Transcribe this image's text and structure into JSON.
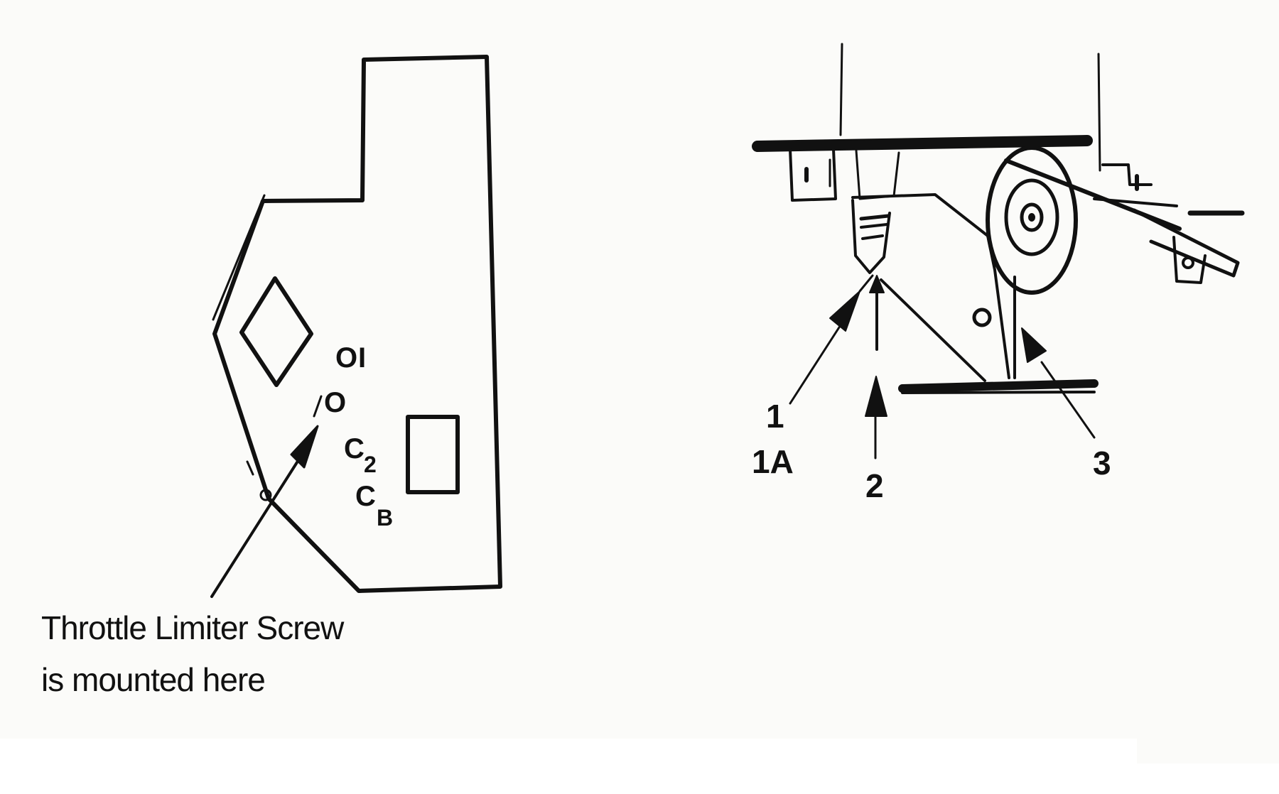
{
  "left_panel": {
    "caption_line1": "Throttle Limiter Screw",
    "caption_line2": "is mounted here",
    "hole_labels": {
      "h1": "O",
      "h1_suffix": "I",
      "h2": "O",
      "h3": "C",
      "h3_sub": "2",
      "h4": "C",
      "h4_sub": "B"
    }
  },
  "right_panel": {
    "callouts": {
      "c1": "1",
      "c1a": "1A",
      "c2": "2",
      "c3": "3"
    }
  }
}
